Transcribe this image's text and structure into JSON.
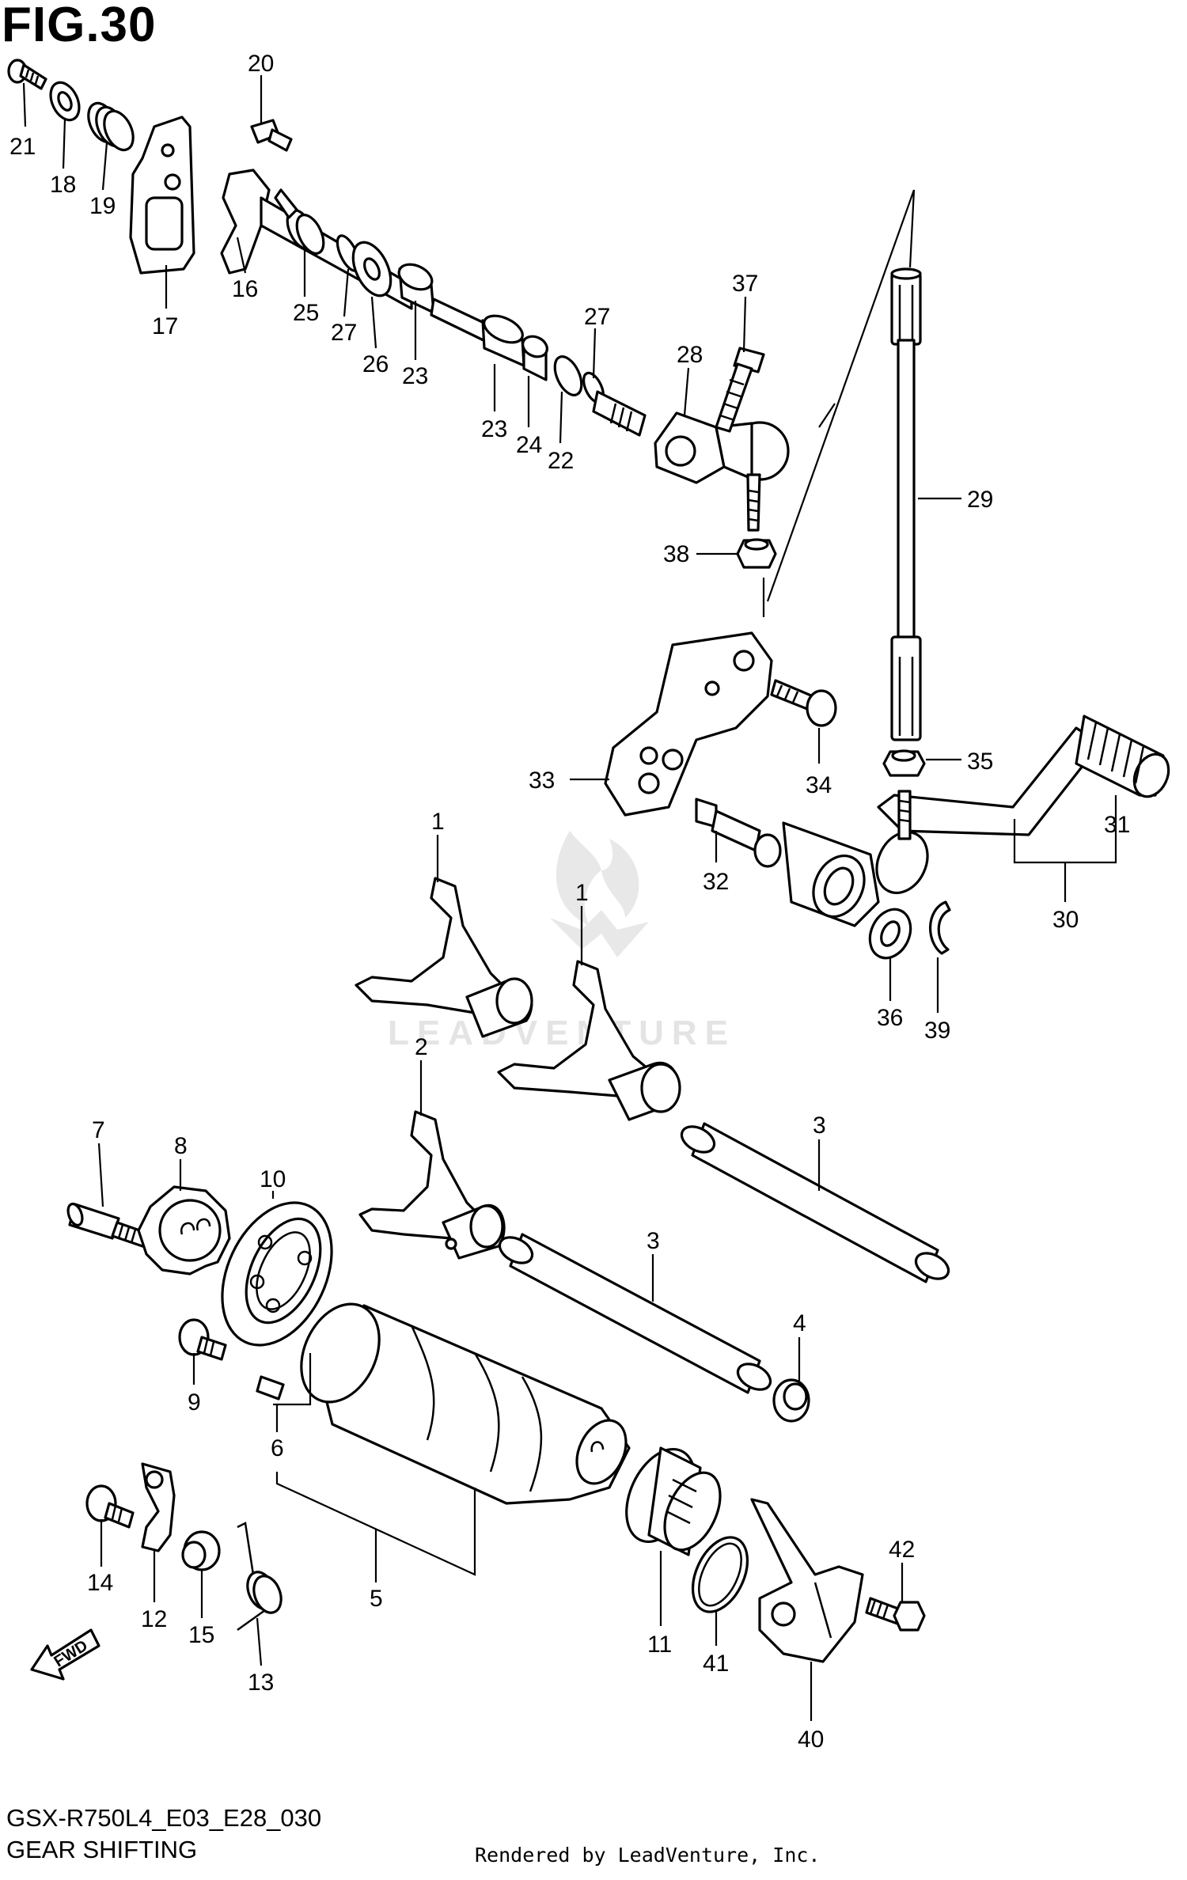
{
  "header": {
    "figure_title": "FIG.30"
  },
  "footer": {
    "model_code": "GSX-R750L4_E03_E28_030",
    "section_title": "GEAR SHIFTING",
    "rendered_by": "Rendered by LeadVenture, Inc."
  },
  "watermark": {
    "text": "LEADVENTURE"
  },
  "fwd_arrow": {
    "label": "FWD"
  },
  "callouts": {
    "c1a": "1",
    "c1b": "1",
    "c2": "2",
    "c3a": "3",
    "c3b": "3",
    "c4": "4",
    "c5": "5",
    "c6": "6",
    "c7": "7",
    "c8": "8",
    "c9": "9",
    "c10": "10",
    "c11": "11",
    "c12": "12",
    "c13": "13",
    "c14": "14",
    "c15": "15",
    "c16": "16",
    "c17": "17",
    "c18": "18",
    "c19": "19",
    "c20": "20",
    "c21": "21",
    "c22": "22",
    "c23a": "23",
    "c23b": "23",
    "c24": "24",
    "c25": "25",
    "c26": "26",
    "c27a": "27",
    "c27b": "27",
    "c28": "28",
    "c29": "29",
    "c30": "30",
    "c31": "31",
    "c32": "32",
    "c33": "33",
    "c34": "34",
    "c35": "35",
    "c36": "36",
    "c37": "37",
    "c38": "38",
    "c39": "39",
    "c40": "40",
    "c41": "41",
    "c42": "42"
  }
}
